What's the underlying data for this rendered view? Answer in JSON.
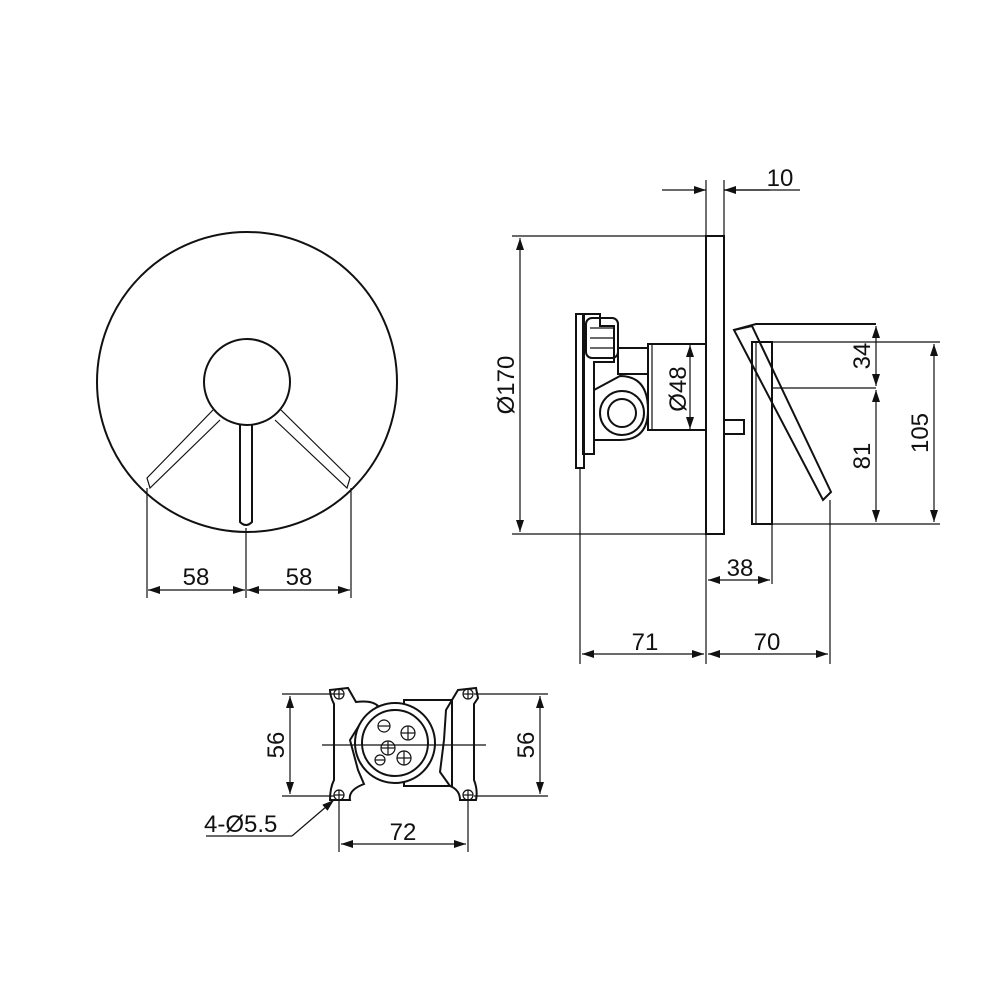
{
  "colors": {
    "line": "#111111",
    "background": "#ffffff"
  },
  "front_view": {
    "dim_left": "58",
    "dim_right": "58"
  },
  "side_view": {
    "plate_thickness": "10",
    "plate_diameter": "Ø170",
    "body_diameter": "Ø48",
    "lever_top": "34",
    "lever_lower": "81",
    "lever_total": "105",
    "lever_depth": "38",
    "depth_back": "71",
    "depth_front": "70"
  },
  "bracket_view": {
    "height_left": "56",
    "height_right": "56",
    "holes": "4-Ø5.5",
    "hole_spacing": "72"
  }
}
